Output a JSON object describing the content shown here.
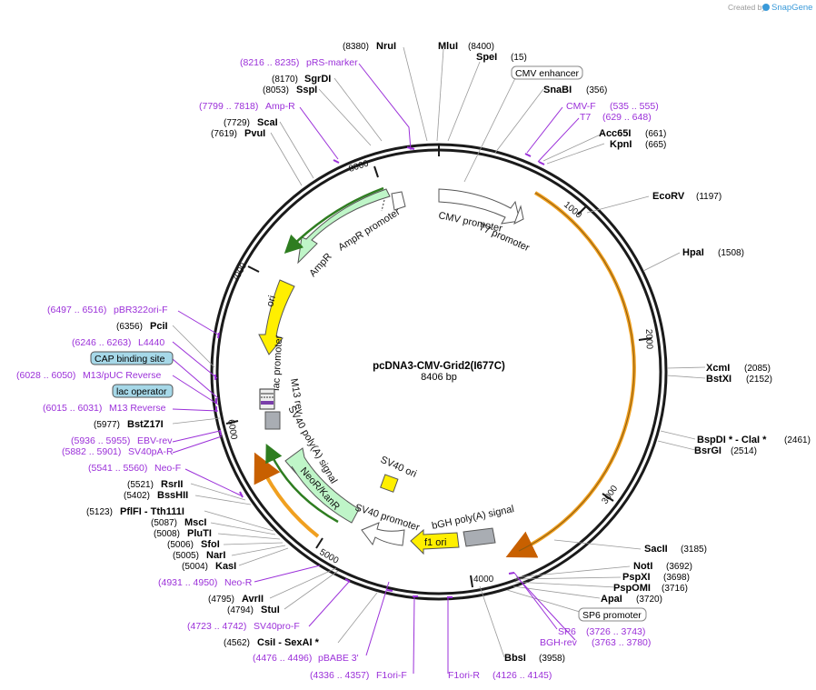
{
  "credit": {
    "prefix": "Created by",
    "brand": "SnapGene"
  },
  "plasmid": {
    "name": "pcDNA3-CMV-Grid2(I677C)",
    "size": "8406 bp"
  },
  "ticks": [
    "1000",
    "2000",
    "3000",
    "4000",
    "5000",
    "6000",
    "7000",
    "8000"
  ],
  "sites_top": [
    {
      "pos": "(8380)",
      "name": "NruI"
    },
    {
      "pos": "(8400)",
      "name": "MluI"
    },
    {
      "pos": "(15)",
      "name": "SpeI"
    },
    {
      "pos": "(356)",
      "name": "SnaBI"
    },
    {
      "pos": "(661)",
      "name": "Acc65I"
    },
    {
      "pos": "(665)",
      "name": "KpnI"
    }
  ],
  "sites_right": [
    {
      "pos": "(1197)",
      "name": "EcoRV"
    },
    {
      "pos": "(1508)",
      "name": "HpaI"
    },
    {
      "pos": "(2085)",
      "name": "XcmI"
    },
    {
      "pos": "(2152)",
      "name": "BstXI"
    },
    {
      "pos": "(2461)",
      "name": "BspDI * - ClaI *"
    },
    {
      "pos": "(2514)",
      "name": "BsrGI"
    },
    {
      "pos": "(3185)",
      "name": "SacII"
    },
    {
      "pos": "(3692)",
      "name": "NotI"
    },
    {
      "pos": "(3698)",
      "name": "PspXI"
    },
    {
      "pos": "(3716)",
      "name": "PspOMI"
    },
    {
      "pos": "(3720)",
      "name": "ApaI"
    },
    {
      "pos": "(3958)",
      "name": "BbsI"
    }
  ],
  "sites_left": [
    {
      "pos": "(8170)",
      "name": "SgrDI"
    },
    {
      "pos": "(8053)",
      "name": "SspI"
    },
    {
      "pos": "(7729)",
      "name": "ScaI"
    },
    {
      "pos": "(7619)",
      "name": "PvuI"
    },
    {
      "pos": "(6356)",
      "name": "PciI"
    },
    {
      "pos": "(5977)",
      "name": "BstZ17I"
    },
    {
      "pos": "(5521)",
      "name": "RsrII"
    },
    {
      "pos": "(5402)",
      "name": "BssHII"
    },
    {
      "pos": "(5123)",
      "name": "PflFI - Tth111I"
    },
    {
      "pos": "(5087)",
      "name": "MscI"
    },
    {
      "pos": "(5008)",
      "name": "PluTI"
    },
    {
      "pos": "(5006)",
      "name": "SfoI"
    },
    {
      "pos": "(5005)",
      "name": "NarI"
    },
    {
      "pos": "(5004)",
      "name": "KasI"
    },
    {
      "pos": "(4795)",
      "name": "AvrII"
    },
    {
      "pos": "(4794)",
      "name": "StuI"
    },
    {
      "pos": "(4562)",
      "name": "CsiI - SexAI *"
    }
  ],
  "primers": [
    {
      "range": "(8216 .. 8235)",
      "name": "pRS-marker"
    },
    {
      "range": "(7799 .. 7818)",
      "name": "Amp-R"
    },
    {
      "range": "(535 .. 555)",
      "name": "CMV-F"
    },
    {
      "range": "(629 .. 648)",
      "name": "T7"
    },
    {
      "range": "(6497 .. 6516)",
      "name": "pBR322ori-F"
    },
    {
      "range": "(6246 .. 6263)",
      "name": "L4440"
    },
    {
      "range": "(6028 .. 6050)",
      "name": "M13/pUC Reverse"
    },
    {
      "range": "(6015 .. 6031)",
      "name": "M13 Reverse"
    },
    {
      "range": "(5936 .. 5955)",
      "name": "EBV-rev"
    },
    {
      "range": "(5882 .. 5901)",
      "name": "SV40pA-R"
    },
    {
      "range": "(5541 .. 5560)",
      "name": "Neo-F"
    },
    {
      "range": "(4931 .. 4950)",
      "name": "Neo-R"
    },
    {
      "range": "(4723 .. 4742)",
      "name": "SV40pro-F"
    },
    {
      "range": "(4476 .. 4496)",
      "name": "pBABE 3'"
    },
    {
      "range": "(4336 .. 4357)",
      "name": "F1ori-F"
    },
    {
      "range": "(4126 .. 4145)",
      "name": "F1ori-R"
    },
    {
      "range": "(3726 .. 3743)",
      "name": "SP6"
    },
    {
      "range": "(3763 .. 3780)",
      "name": "BGH-rev"
    }
  ],
  "boxed": {
    "cmv_enhancer": "CMV enhancer",
    "sp6_promoter": "SP6 promoter",
    "cap_site": "CAP binding site",
    "lac_operator": "lac operator"
  },
  "features": {
    "cmv_promoter": "CMV promoter",
    "t7_promoter": "T7 promoter",
    "ampr_promoter": "AmpR promoter",
    "ampr": "AmpR",
    "ori": "ori",
    "lac_promoter": "lac promoter",
    "m13_rev": "M13 rev",
    "sv40_polya": "SV40 poly(A) signal",
    "neor": "NeoR/KanR",
    "sv40_ori": "SV40 ori",
    "sv40_promoter": "SV40 promoter",
    "f1_ori": "f1 ori",
    "bgh_polya": "bGH poly(A) signal"
  },
  "colors": {
    "ring": "#1a1a1a",
    "primer": "#9b30d9",
    "insert": "#f0a020",
    "marker": "#bff5c8",
    "ori": "#ffef00",
    "box": "#a6d8e8"
  }
}
